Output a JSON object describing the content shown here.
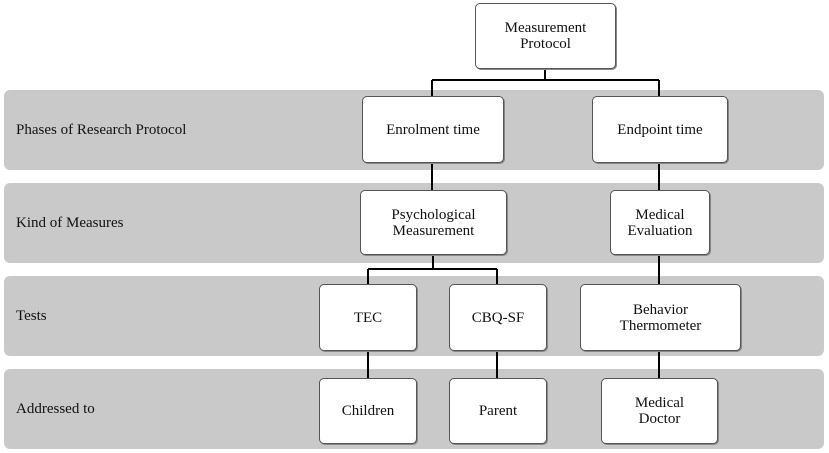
{
  "diagram": {
    "root": "Measurement\nProtocol",
    "rows": [
      {
        "label": "Phases of Research Protocol",
        "nodes": [
          "Enrolment time",
          "Endpoint time"
        ]
      },
      {
        "label": "Kind of Measures",
        "nodes": [
          "Psychological\nMeasurement",
          "Medical\nEvaluation"
        ]
      },
      {
        "label": "Tests",
        "nodes": [
          "TEC",
          "CBQ-SF",
          "Behavior\nThermometer"
        ]
      },
      {
        "label": "Addressed to",
        "nodes": [
          "Children",
          "Parent",
          "Medical\nDoctor"
        ]
      }
    ]
  }
}
